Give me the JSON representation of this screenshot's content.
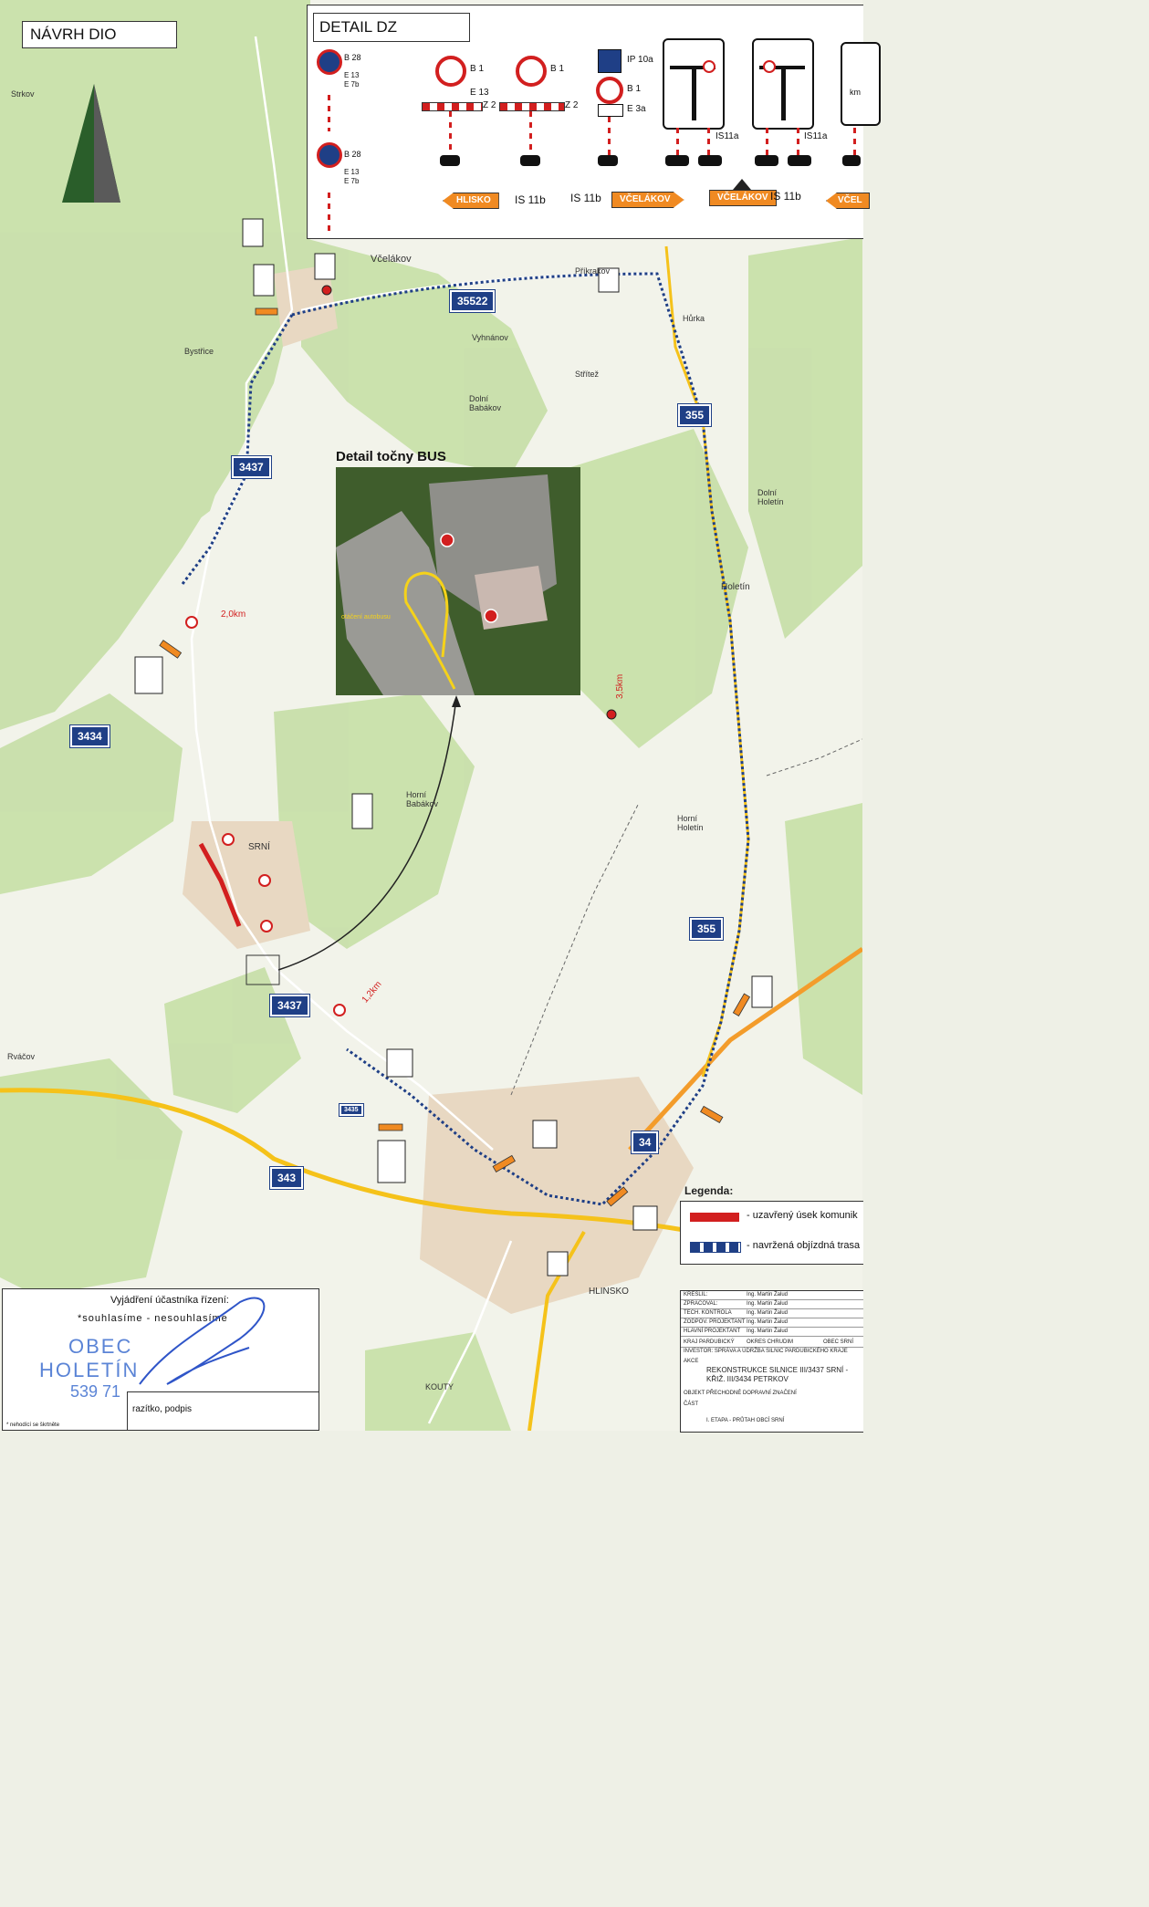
{
  "title": "NÁVRH DIO",
  "detail_dz": {
    "title": "DETAIL DZ",
    "sign_codes": [
      "B 28",
      "E 13",
      "E 7b",
      "B 28",
      "E 13",
      "E 7b",
      "B 1",
      "E 13",
      "Z 2",
      "B 1",
      "Z 2",
      "IP 10a",
      "B 1",
      "E 3a",
      "IS11a",
      "IS11a"
    ],
    "arrow_hlisko": "HLISKO",
    "arrow_vcelakov_1": "VČELÁKOV",
    "arrow_vcelakov_2": "VČELÁKOV",
    "arrow_vcel_partial": "VČEL",
    "is11b_1": "IS 11b",
    "is11b_2": "IS 11b",
    "is11b_3": "IS 11b",
    "km_partial": "km"
  },
  "places": {
    "strkov": "Strkov",
    "bystrice": "Bystřice",
    "vcelakov": "Včelákov",
    "prikrakov": "Příkrakov",
    "hurka": "Hůrka",
    "vyhnanov": "Vyhnánov",
    "strites": "Střítež",
    "dolni_babakov": "Dolní Babákov",
    "dolni_holetin": "Dolní Holetín",
    "holetin": "Holetín",
    "horni_babakov": "Horní Babákov",
    "horni_holetin": "Horní Holetín",
    "srni": "SRNÍ",
    "rvacov": "Rváčov",
    "hlinsko": "HLINSKO",
    "kouty": "KOUTY"
  },
  "roads": {
    "r35522": "35522",
    "r355a": "355",
    "r355b": "355",
    "r3437a": "3437",
    "r3437b": "3437",
    "r3434": "3434",
    "r343": "343",
    "r34": "34",
    "r3435": "3435"
  },
  "distances": {
    "d1": "2,0km",
    "d2": "3,5km",
    "d3": "1,2km"
  },
  "detail_bus": {
    "title": "Detail točny BUS",
    "turning_label": "otáčení autobusu"
  },
  "legend": {
    "title": "Legenda:",
    "closed": "- uzavřený úsek komunik",
    "detour": "- navržená objízdná trasa"
  },
  "stamp": {
    "heading": "Vyjádření účastníka řízení:",
    "options": "*souhlasíme - nesouhlasíme",
    "stamp_line1": "OBEC",
    "stamp_line2": "HOLETÍN",
    "stamp_line3": "539 71",
    "signature_label": "razítko, podpis",
    "footnote": "* nehodící se škrtněte"
  },
  "title_block": {
    "rows": [
      {
        "k": "KRESLIL:",
        "v": "Ing. Martin Žalud"
      },
      {
        "k": "ZPRACOVAL:",
        "v": "Ing. Martin Žalud"
      },
      {
        "k": "TECH. KONTROLA",
        "v": "Ing. Martin Žalud"
      },
      {
        "k": "ZODPOV. PROJEKTANT",
        "v": "Ing. Martin Žalud"
      },
      {
        "k": "HLAVNÍ PROJEKTANT",
        "v": "Ing. Martin Žalud"
      }
    ],
    "kraj": "KRAJ PARDUBICKÝ",
    "okres": "OKRES CHRUDIM",
    "obec": "OBEC SRNÍ",
    "investor": "INVESTOR: SPRÁVA A ÚDRŽBA SILNIC PARDUBICKÉHO KRAJE",
    "akce_label": "AKCE",
    "akce": "REKONSTRUKCE SILNICE III/3437 SRNÍ - KŘIŽ. III/3434 PETRKOV",
    "objekt": "OBJEKT PŘECHODNÉ DOPRAVNÍ ZNAČENÍ",
    "cast_label": "ČÁST",
    "cast": "I. ETAPA - PRŮTAH OBCÍ SRNÍ"
  },
  "colors": {
    "forest": "#c7dfa8",
    "field": "#f3f3ea",
    "detour": "#1f3f86",
    "closed": "#d21f1f",
    "road_main": "#f5c21a",
    "road_orange": "#f39c2b",
    "arrow_orange": "#f08a22"
  }
}
